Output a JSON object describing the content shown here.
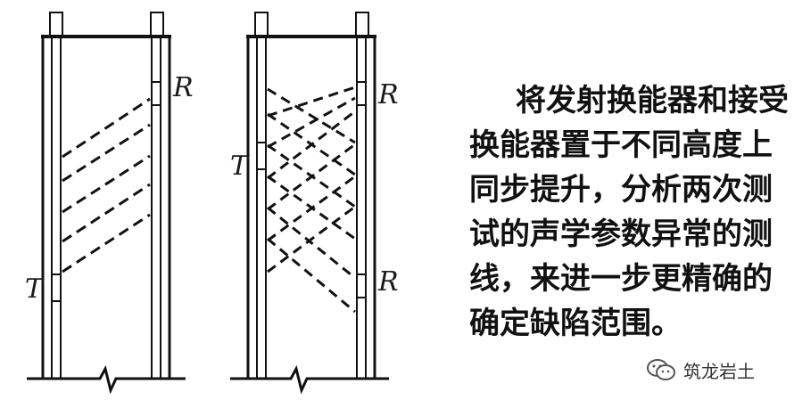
{
  "diagram": {
    "left": {
      "receiver_label": "R",
      "transmitter_label": "T"
    },
    "right": {
      "transmitter_label": "T",
      "receiver_top_label": "R",
      "receiver_bottom_label": "R"
    }
  },
  "description": {
    "lines": [
      "将发射换能器和接受",
      "换能器置于不同高度上",
      "同步提升，分析两次测",
      "试的声学参数异常的测",
      "线，来进一步更精确的",
      "确定缺陷范围。"
    ]
  },
  "watermark": {
    "text": "筑龙岩土",
    "icon": "wechat-icon"
  }
}
